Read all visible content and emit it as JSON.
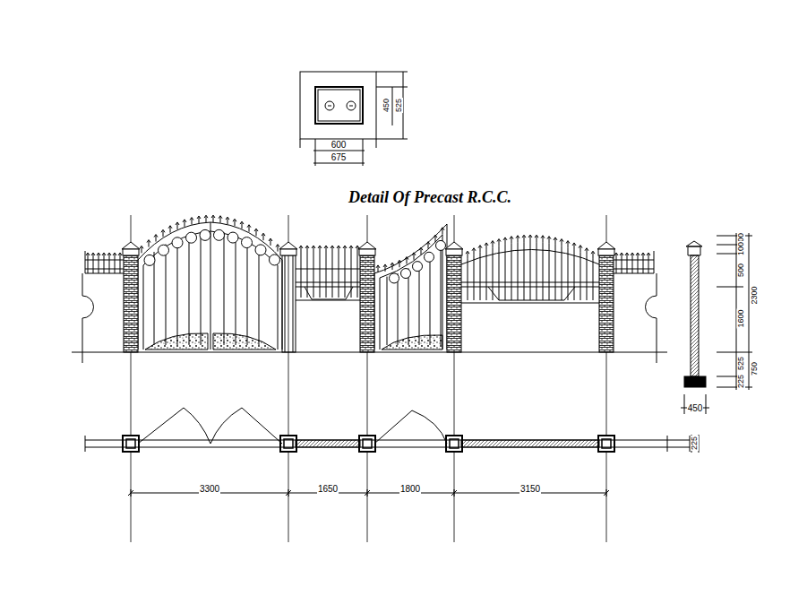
{
  "diagram": {
    "title": "Detail Of Precast R.C.C.",
    "labels": [
      "450",
      "525",
      "600",
      "675",
      "100",
      "100",
      "500",
      "2300",
      "1600",
      "525",
      "750",
      "225",
      "450",
      "3300",
      "1650",
      "1800",
      "3150",
      "225"
    ]
  }
}
